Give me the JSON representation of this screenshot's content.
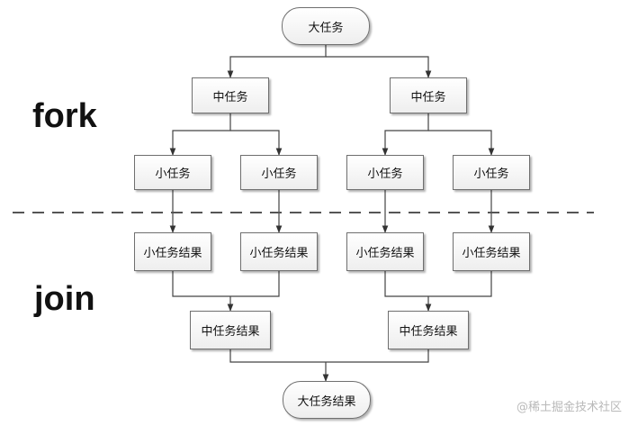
{
  "labels": {
    "fork": "fork",
    "join": "join"
  },
  "nodes": {
    "big_task": "大任务",
    "mid_task_left": "中任务",
    "mid_task_right": "中任务",
    "small_task_1": "小任务",
    "small_task_2": "小任务",
    "small_task_3": "小任务",
    "small_task_4": "小任务",
    "small_result_1": "小任务结果",
    "small_result_2": "小任务结果",
    "small_result_3": "小任务结果",
    "small_result_4": "小任务结果",
    "mid_result_left": "中任务结果",
    "mid_result_right": "中任务结果",
    "big_result": "大任务结果"
  },
  "watermark": "@稀土掘金技术社区"
}
